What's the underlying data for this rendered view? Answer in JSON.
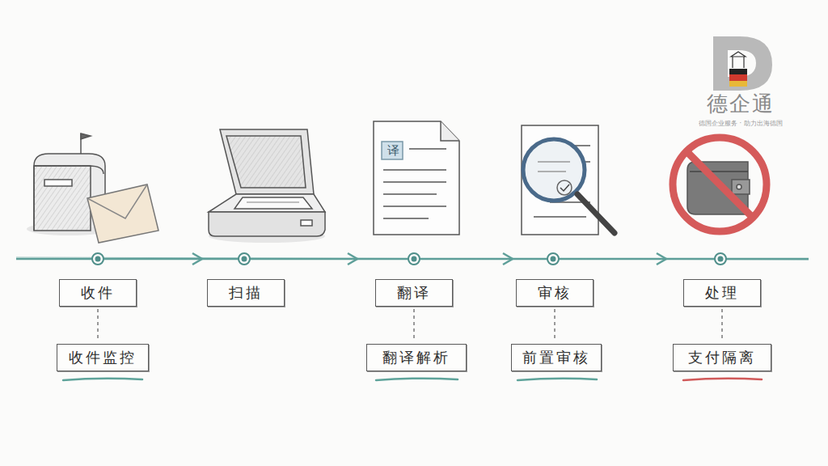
{
  "diagram": {
    "nodes": [
      {
        "text": [
          "收件"
        ]
      },
      {
        "text": [
          "扫描"
        ]
      },
      {
        "text": [
          "翻译"
        ]
      },
      {
        "text": [
          "审核"
        ]
      },
      {
        "text": [
          "处理"
        ]
      },
      {
        "text": [
          "收件监控"
        ]
      },
      {
        "text": [
          "翻译解析"
        ]
      },
      {
        "text": [
          "前置审核"
        ]
      },
      {
        "text": [
          "支付隔离"
        ]
      }
    ],
    "edges": [
      {
        "from": 0,
        "to": 5,
        "arrow": "none"
      },
      {
        "from": 2,
        "to": 6,
        "arrow": "none"
      },
      {
        "from": 3,
        "to": 7,
        "arrow": "none"
      },
      {
        "from": 4,
        "to": 8,
        "arrow": "none"
      }
    ],
    "labels": [
      "译",
      "德企通",
      "德国企业服务 · 助力出海德国"
    ]
  }
}
